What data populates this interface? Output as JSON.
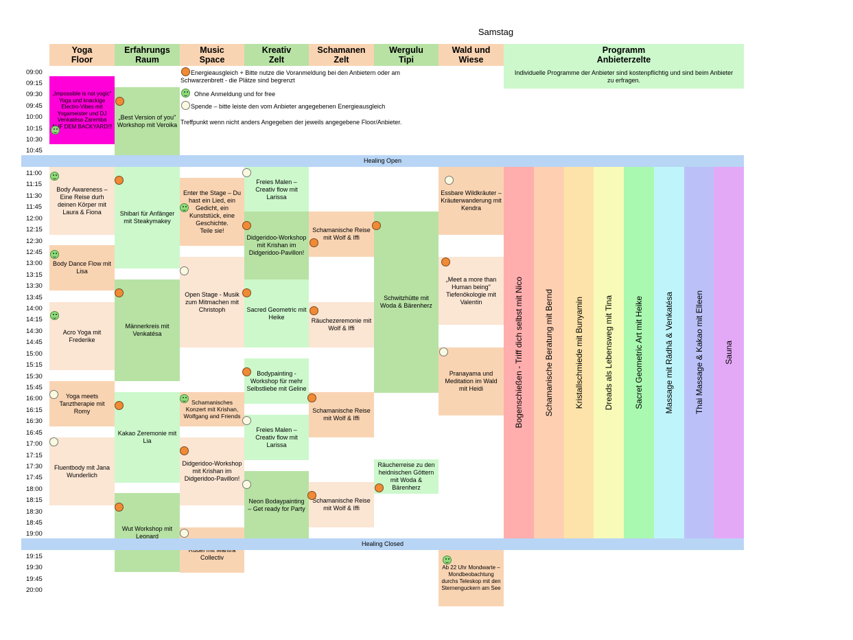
{
  "title": "Samstag",
  "columns": [
    "Yoga\nFloor",
    "Erfahrungs\nRaum",
    "Music\nSpace",
    "Kreativ\nZelt",
    "Schamanen\nZelt",
    "Wergulu\nTipi",
    "Wald und\nWiese",
    "Programm\nAnbieterzelte"
  ],
  "colors": {
    "peach": "#f9d4b3",
    "lightpeach": "#fbe5d3",
    "green": "#b7e2a4",
    "lightgreen": "#ccf8cc",
    "magenta": "#ff00d9",
    "blueband": "#b8d5f5"
  },
  "times_top": [
    "09:00",
    "09:15",
    "09:30",
    "09:45",
    "10:00",
    "10:15",
    "10:30",
    "10:45"
  ],
  "times_mid": [
    "11:00",
    "11:15",
    "11:30",
    "11:45",
    "12:00",
    "12:15",
    "12:30",
    "12:45",
    "13:00",
    "13:15",
    "13:30",
    "13:45",
    "14:00",
    "14:15",
    "14:30",
    "14:45",
    "15:00",
    "15:15",
    "15:30",
    "15:45",
    "16:00",
    "16:15",
    "16:30",
    "16:45",
    "17:00",
    "17:15",
    "17:30",
    "17:45",
    "18:00",
    "18:15",
    "18:30",
    "18:45",
    "19:00"
  ],
  "times_bottom": [
    "19:15",
    "19:30",
    "19:45",
    "20:00"
  ],
  "bands": {
    "open": "Healing Open",
    "closed": "Healing Closed"
  },
  "legend": {
    "energy": "Energieausgleich + Bitte nutze die Voranmeldung bei den Anbietern oder am Schwarzenbrett - die Plätze sind begrenzt",
    "free": "Ohne Anmeldung und for free",
    "donation": "Spende – bitte leiste den vom Anbieter angegebenen Energieausgleich",
    "meeting": "Treffpunkt wenn nicht anders Angegeben der jeweils angegebene Floor/Anbieter.",
    "programm_note": "Individuelle Programme der Anbieter sind kostenpflichtig und sind beim Anbieter zu erfragen."
  },
  "events": {
    "impossible": "„Impossible is not yogic\" Yoga und knackige Electro-Vibes mit Yogameister und DJ Venkatésa Zaremba\nAUF DEM BACKYARD!!!",
    "best_version": "„Best Version of you\" Workshop mit Veroika",
    "body_awareness": "Body Awareness – Eine Reise durh deinen Körper mit Laura & Fiona",
    "body_dance": "Body Dance Flow mit Lisa",
    "acro_yoga": "Acro Yoga mit Frederike",
    "yoga_tanz": "Yoga meets Tanztherapie mit Romy",
    "fluentbody": "Fluentbody mit Jana Wunderlich",
    "shibari": "Shibari für Anfänger mit Steakymakey",
    "maennerkreis": "Männerkreis mit Venkatésa",
    "kakao": "Kakao Zeremonie mit Lia",
    "wut": "Wut Workshop mit Leonard",
    "enter_stage": "Enter the Stage – Du hast ein Lied, ein Gedicht, ein Kunststück, eine Geschichte.\nTeile sie!",
    "open_stage": "Open Stage - Musik zum Mitmachen mit Christoph",
    "konzert": "Schamanisches Konzert mit Krishan, Wolfgang and Friends",
    "didgeridoo_ms": "Didgeridoo-Workshop mit Krishan im Didgeridoo-Pavillon!",
    "mantra": "Mantra Singen im Rudel mit Mantra Collectiv",
    "malen1": "Freies Malen – Creativ flow  mit Larissa",
    "didgeridoo_kz": "Didgeridoo-Workshop mit Krishan im Didgeridoo-Pavillon!",
    "sacred_geo": "Sacred Geometric mit Heike",
    "bodypainting": "Bodypainting - Workshop für mehr Selbstliebe mit Geline",
    "malen2": "Freies Malen – Creativ flow  mit Larissa",
    "neon": "Neon Bodaypainting – Get ready for Party",
    "reise1": "Schamanische Reise mit Wolf & Iffi",
    "raeucher": "Räuchezeremonie mit Wolf & Iffi",
    "reise2": "Schamanische Reise mit Wolf & Iffi",
    "reise3": "Schamanische Reise mit Wolf & Iffi",
    "schwitzhuette": "Schwitzhütte mit Woda & Bärenherz",
    "raeucherreise": "Räucherreise zu den heidnischen Göttern mit Woda & Bärenherz",
    "wildkraeuter": "Essbare Wildkräuter – Kräuterwanderung mit Kendra",
    "meet_human": "„Meet a more than Human being\" Tiefenökologie mit Valentin",
    "pranayama": "Pranayama und Meditation im Wald mit Heidi",
    "mondwarte": "Ab 22 Uhr Mondwarte – Mondbeobachtung durchs Teleskop mit den Sternenguckern am See"
  },
  "strips": [
    {
      "label": "Bogenschießen - Triff dich selbst mit Nico",
      "color": "#ffadad"
    },
    {
      "label": "Schamanische Beratung mit Bernd",
      "color": "#ffcfb2"
    },
    {
      "label": "Kristallschmiede mit Bunyamin",
      "color": "#fde3a9"
    },
    {
      "label": "Dreads als Lebensweg mit Tina",
      "color": "#f8fbb8"
    },
    {
      "label": "Sacret Geometric Art mit Heike",
      "color": "#a9f9b0"
    },
    {
      "label": "Massage mit Rādhā & Venkatésa",
      "color": "#bff5fa"
    },
    {
      "label": "Thai Massage & Kakao mit Elleen",
      "color": "#bbc1f8"
    },
    {
      "label": "Sauna",
      "color": "#e3a9f7"
    }
  ],
  "icons": [
    "orange-dot-icon",
    "smiley-icon",
    "yellow-dot-icon"
  ]
}
